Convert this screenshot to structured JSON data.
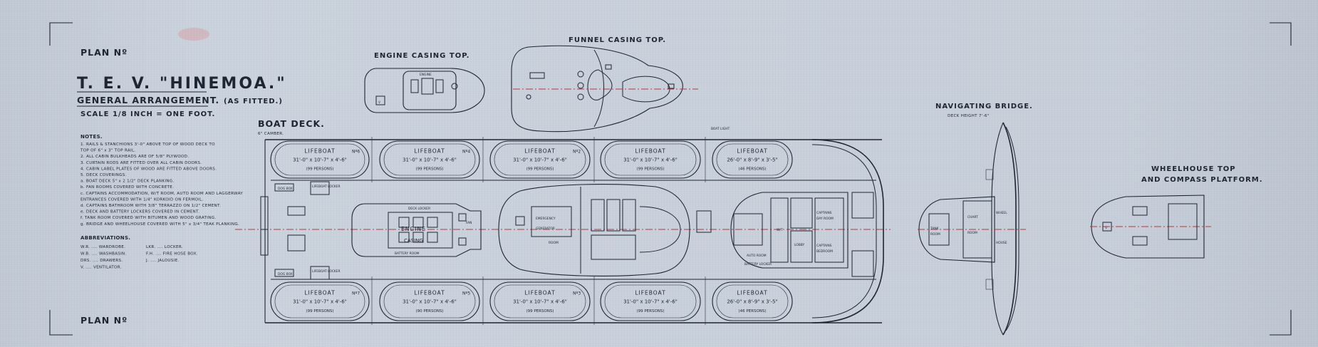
{
  "plan_label": "PLAN Nº",
  "ship_title": "T. E. V. \"HINEMOA.\"",
  "drawing_type": "GENERAL ARRANGEMENT.",
  "as_fitted": "(AS FITTED.)",
  "scale": "SCALE 1/8 INCH = ONE FOOT.",
  "notes": {
    "heading": "NOTES.",
    "items": [
      "1. RAILS & STANCHIONS 3'-0\" ABOVE TOP OF WOOD DECK TO",
      "    TOP OF 6\" x 3\" TOP RAIL.",
      "2. ALL CABIN BULKHEADS ARE OF 5/8\" PLYWOOD.",
      "3. CURTAIN RODS ARE FITTED OVER ALL CABIN DOORS.",
      "4. CABIN LABEL PLATES OF WOOD ARE FITTED ABOVE DOORS.",
      "5. DECK COVERINGS.",
      "a. BOAT DECK 5\" x 2 1/2\" DECK PLANKING.",
      "b. FAN ROOMS COVERED WITH CONCRETE.",
      "c. CAPTAINS ACCOMMODATION, W/T ROOM, AUTO ROOM AND LAGGERWAY",
      "   ENTRANCES COVERED WITH 1/4\" KORKOID ON FERMOIL.",
      "d. CAPTAINS BATHROOM WITH 3/8\" TERRAZZO ON 1/2\" CEMENT.",
      "e. DECK AND BATTERY LOCKERS COVERED IN CEMENT.",
      "f. TANK ROOM COVERED WITH BITUMEN AND WOOD GRATING.",
      "g. BRIDGE AND WHEELHOUSE COVERED WITH 5\" x 3/4\" TEAK PLANKING."
    ]
  },
  "abbreviations": {
    "heading": "ABBREVIATIONS.",
    "rows": [
      [
        "W.R. .... WARDROBE.",
        "LKR. .... LOCKER."
      ],
      [
        "W.B. .... WASHBASIN.",
        "F.H. .... FIRE HOSE BOX."
      ],
      [
        "DRS. .... DRAWERS.",
        "J. .... JALOUSIE."
      ],
      [
        "V. .... VENTILATOR.",
        ""
      ]
    ]
  },
  "views": {
    "engine_casing_top": "ENGINE CASING TOP.",
    "funnel_casing_top": "FUNNEL CASING TOP.",
    "boat_deck": "BOAT DECK.",
    "boat_deck_camber": "6\" CAMBER.",
    "navigating_bridge": "NAVIGATING BRIDGE.",
    "bridge_height": "DECK HEIGHT 7'-6\"",
    "wheelhouse_top_1": "WHEELHOUSE TOP",
    "wheelhouse_top_2": "AND COMPASS PLATFORM."
  },
  "lifeboats_top": [
    {
      "name": "LIFEBOAT",
      "dims": "31'-0\" x 10'-7\" x 4'-6\"",
      "cap": "(99 PERSONS)",
      "num": "Nº6"
    },
    {
      "name": "LIFEBOAT",
      "dims": "31'-0\" x 10'-7\" x 4'-6\"",
      "cap": "(99 PERSONS)",
      "num": "Nº4"
    },
    {
      "name": "LIFEBOAT",
      "dims": "31'-0\" x 10'-7\" x 4'-6\"",
      "cap": "(99 PERSONS)",
      "num": "Nº2"
    },
    {
      "name": "LIFEBOAT",
      "dims": "31'-0\" x 10'-7\" x 4'-6\"",
      "cap": "(99 PERSONS)",
      "num": ""
    },
    {
      "name": "LIFEBOAT",
      "dims": "26'-0\" x 8'-9\" x 3'-5\"",
      "cap": "(46 PERSONS)",
      "num": ""
    }
  ],
  "lifeboats_bottom": [
    {
      "name": "LIFEBOAT",
      "dims": "31'-0\" x 10'-7\" x 4'-6\"",
      "cap": "(99 PERSONS)",
      "num": "Nº7"
    },
    {
      "name": "LIFEBOAT",
      "dims": "31'-0\" x 10'-7\" x 4'-6\"",
      "cap": "(90 PERSONS)",
      "num": "Nº5"
    },
    {
      "name": "LIFEBOAT",
      "dims": "31'-0\" x 10'-7\" x 4'-6\"",
      "cap": "(99 PERSONS)",
      "num": "Nº3"
    },
    {
      "name": "LIFEBOAT",
      "dims": "31'-0\" x 10'-7\" x 4'-6\"",
      "cap": "(99 PERSONS)",
      "num": ""
    },
    {
      "name": "LIFEBOAT",
      "dims": "26'-0\" x 8'-9\" x 3'-5\"",
      "cap": "(46 PERSONS)",
      "num": ""
    }
  ],
  "labels": {
    "engine": "ENGINE",
    "casing": "CASING",
    "deck_locker": "DECK LOCKER",
    "emergency": "EMERGENCY",
    "generator": "GENERATOR",
    "room": "ROOM",
    "fan": "FAN",
    "battery_room": "BATTERY ROOM",
    "dog_box": "DOG BOX",
    "lifeboat_locker": "LIFEBOAT LOCKER",
    "auto_room": "AUTO ROOM",
    "battery_locker": "BATTERY LOCKER",
    "wt": "W/T",
    "tank": "TANK",
    "chart": "CHART",
    "wheel": "WHEEL",
    "house": "HOUSE",
    "captains": "CAPTAINS",
    "day_room": "DAY ROOM",
    "bedroom": "BEDROOM",
    "lobby": "LOBBY",
    "room_label": "ROOM",
    "boat_light": "BOAT LIGHT",
    "v_mark": "V"
  }
}
